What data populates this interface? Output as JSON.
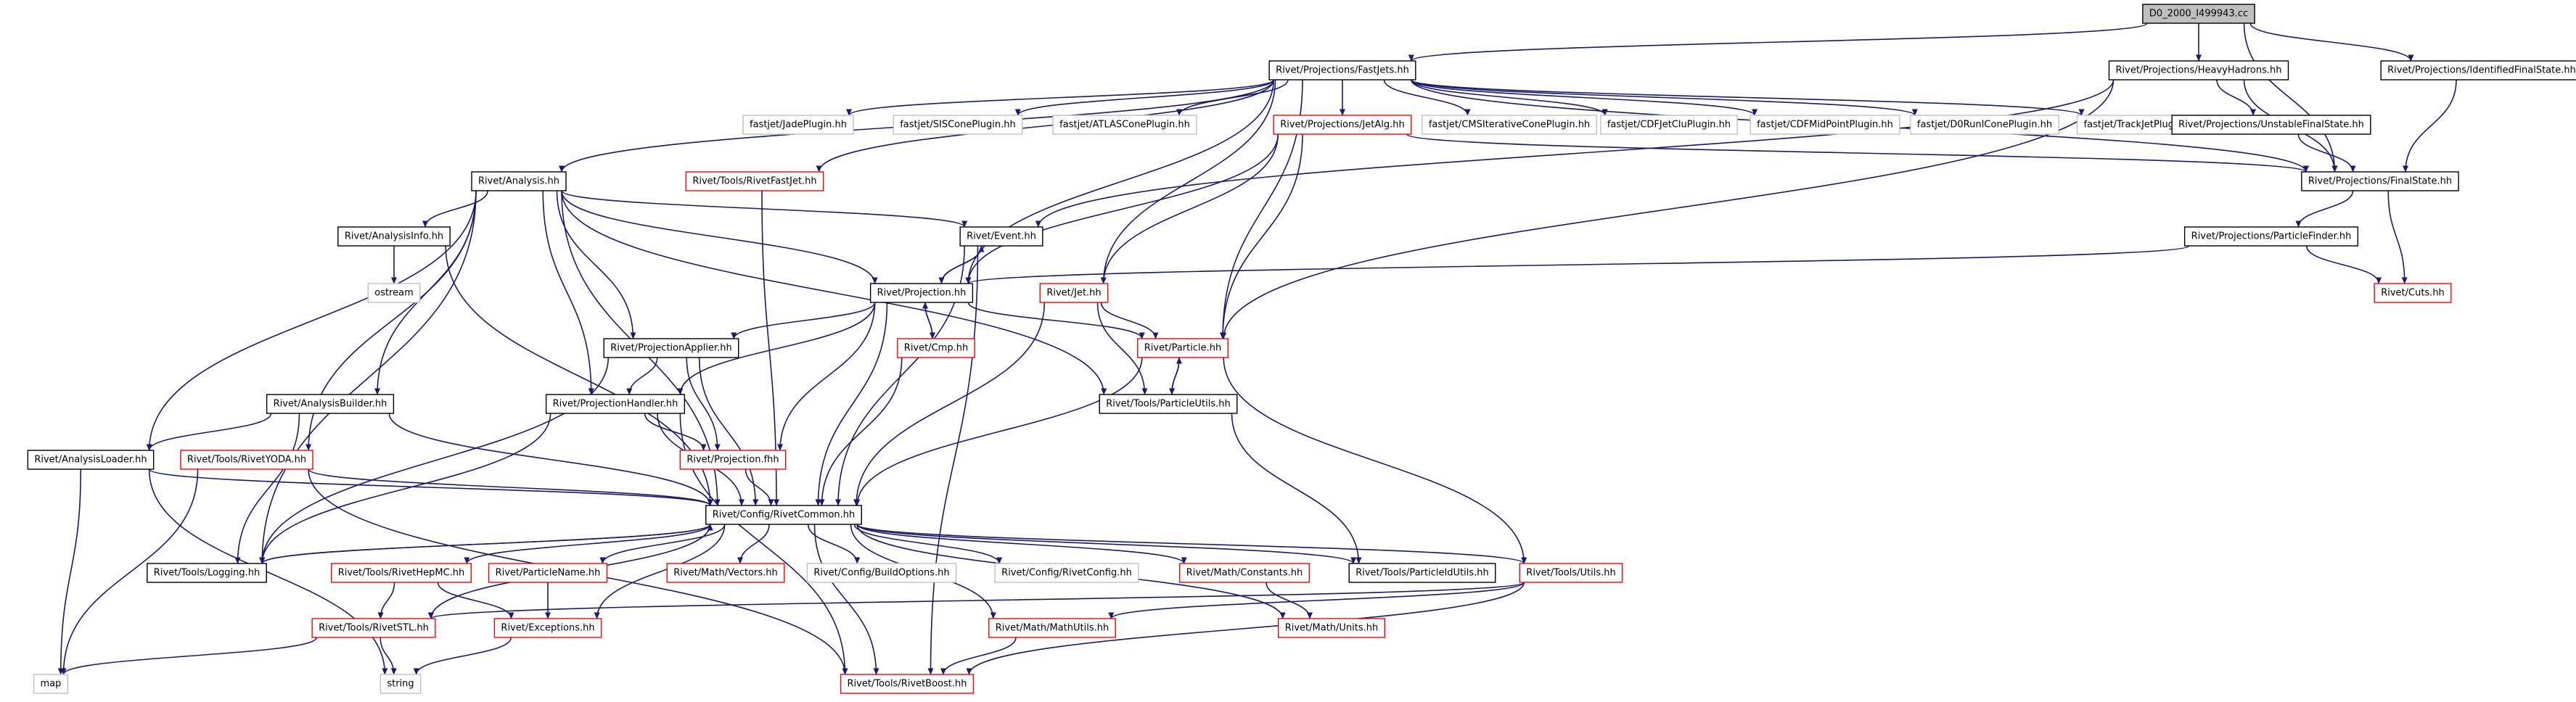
{
  "diagram": {
    "nodes": [
      {
        "id": "root",
        "label": "D0_2000_I499943.cc",
        "style": "root"
      },
      {
        "id": "fastjets",
        "label": "Rivet/Projections/FastJets.hh",
        "style": "black"
      },
      {
        "id": "heavyhadrons",
        "label": "Rivet/Projections/HeavyHadrons.hh",
        "style": "black"
      },
      {
        "id": "identified",
        "label": "Rivet/Projections/IdentifiedFinalState.hh",
        "style": "black"
      },
      {
        "id": "jade",
        "label": "fastjet/JadePlugin.hh",
        "style": "gray"
      },
      {
        "id": "siscone",
        "label": "fastjet/SISConePlugin.hh",
        "style": "gray"
      },
      {
        "id": "atlascone",
        "label": "fastjet/ATLASConePlugin.hh",
        "style": "gray"
      },
      {
        "id": "jetalg",
        "label": "Rivet/Projections/JetAlg.hh",
        "style": "red"
      },
      {
        "id": "cmsiter",
        "label": "fastjet/CMSIterativeConePlugin.hh",
        "style": "gray"
      },
      {
        "id": "cdfjetclu",
        "label": "fastjet/CDFJetCluPlugin.hh",
        "style": "gray"
      },
      {
        "id": "cdfmid",
        "label": "fastjet/CDFMidPointPlugin.hh",
        "style": "gray"
      },
      {
        "id": "d0run",
        "label": "fastjet/D0RunIConePlugin.hh",
        "style": "gray"
      },
      {
        "id": "trackjet",
        "label": "fastjet/TrackJetPlugin.hh",
        "style": "gray"
      },
      {
        "id": "unstable",
        "label": "Rivet/Projections/UnstableFinalState.hh",
        "style": "black"
      },
      {
        "id": "finalstate",
        "label": "Rivet/Projections/FinalState.hh",
        "style": "black"
      },
      {
        "id": "analysis",
        "label": "Rivet/Analysis.hh",
        "style": "black"
      },
      {
        "id": "rivetfastjet",
        "label": "Rivet/Tools/RivetFastJet.hh",
        "style": "red"
      },
      {
        "id": "analysisinfo",
        "label": "Rivet/AnalysisInfo.hh",
        "style": "black"
      },
      {
        "id": "event",
        "label": "Rivet/Event.hh",
        "style": "black"
      },
      {
        "id": "particlefinder",
        "label": "Rivet/Projections/ParticleFinder.hh",
        "style": "black"
      },
      {
        "id": "ostream",
        "label": "ostream",
        "style": "gray"
      },
      {
        "id": "projection",
        "label": "Rivet/Projection.hh",
        "style": "black"
      },
      {
        "id": "jet",
        "label": "Rivet/Jet.hh",
        "style": "red"
      },
      {
        "id": "cuts",
        "label": "Rivet/Cuts.hh",
        "style": "red"
      },
      {
        "id": "cmp",
        "label": "Rivet/Cmp.hh",
        "style": "red"
      },
      {
        "id": "projapplier",
        "label": "Rivet/ProjectionApplier.hh",
        "style": "black"
      },
      {
        "id": "particle",
        "label": "Rivet/Particle.hh",
        "style": "red"
      },
      {
        "id": "analysisbuilder",
        "label": "Rivet/AnalysisBuilder.hh",
        "style": "black"
      },
      {
        "id": "projhandler",
        "label": "Rivet/ProjectionHandler.hh",
        "style": "black"
      },
      {
        "id": "particleutils",
        "label": "Rivet/Tools/ParticleUtils.hh",
        "style": "black"
      },
      {
        "id": "analysisloader",
        "label": "Rivet/AnalysisLoader.hh",
        "style": "black"
      },
      {
        "id": "rivetyoda",
        "label": "Rivet/Tools/RivetYODA.hh",
        "style": "red"
      },
      {
        "id": "projectionfhh",
        "label": "Rivet/Projection.fhh",
        "style": "red"
      },
      {
        "id": "rivetcommon",
        "label": "Rivet/Config/RivetCommon.hh",
        "style": "black"
      },
      {
        "id": "logging",
        "label": "Rivet/Tools/Logging.hh",
        "style": "black"
      },
      {
        "id": "rivethepmc",
        "label": "Rivet/Tools/RivetHepMC.hh",
        "style": "red"
      },
      {
        "id": "particlename",
        "label": "Rivet/ParticleName.hh",
        "style": "red"
      },
      {
        "id": "vectors",
        "label": "Rivet/Math/Vectors.hh",
        "style": "red"
      },
      {
        "id": "buildoptions",
        "label": "Rivet/Config/BuildOptions.hh",
        "style": "gray"
      },
      {
        "id": "rivetconfig",
        "label": "Rivet/Config/RivetConfig.hh",
        "style": "gray"
      },
      {
        "id": "constants",
        "label": "Rivet/Math/Constants.hh",
        "style": "red"
      },
      {
        "id": "particleidutils",
        "label": "Rivet/Tools/ParticleIdUtils.hh",
        "style": "black"
      },
      {
        "id": "utils",
        "label": "Rivet/Tools/Utils.hh",
        "style": "red"
      },
      {
        "id": "rivetstl",
        "label": "Rivet/Tools/RivetSTL.hh",
        "style": "red"
      },
      {
        "id": "exceptions",
        "label": "Rivet/Exceptions.hh",
        "style": "red"
      },
      {
        "id": "mathutils",
        "label": "Rivet/Math/MathUtils.hh",
        "style": "red"
      },
      {
        "id": "units",
        "label": "Rivet/Math/Units.hh",
        "style": "red"
      },
      {
        "id": "map",
        "label": "map",
        "style": "gray"
      },
      {
        "id": "string",
        "label": "string",
        "style": "gray"
      },
      {
        "id": "rivetboost",
        "label": "Rivet/Tools/RivetBoost.hh",
        "style": "red"
      }
    ],
    "edges": [
      [
        "root",
        "fastjets"
      ],
      [
        "root",
        "heavyhadrons"
      ],
      [
        "root",
        "identified"
      ],
      [
        "root",
        "finalstate"
      ],
      [
        "fastjets",
        "jade"
      ],
      [
        "fastjets",
        "siscone"
      ],
      [
        "fastjets",
        "atlascone"
      ],
      [
        "fastjets",
        "jetalg"
      ],
      [
        "fastjets",
        "cmsiter"
      ],
      [
        "fastjets",
        "cdfjetclu"
      ],
      [
        "fastjets",
        "cdfmid"
      ],
      [
        "fastjets",
        "d0run"
      ],
      [
        "fastjets",
        "trackjet"
      ],
      [
        "fastjets",
        "analysis"
      ],
      [
        "fastjets",
        "rivetfastjet"
      ],
      [
        "fastjets",
        "projection"
      ],
      [
        "fastjets",
        "jet"
      ],
      [
        "fastjets",
        "particle"
      ],
      [
        "fastjets",
        "finalstate"
      ],
      [
        "heavyhadrons",
        "unstable"
      ],
      [
        "heavyhadrons",
        "finalstate"
      ],
      [
        "heavyhadrons",
        "event"
      ],
      [
        "heavyhadrons",
        "particle"
      ],
      [
        "identified",
        "finalstate"
      ],
      [
        "unstable",
        "finalstate"
      ],
      [
        "jetalg",
        "finalstate"
      ],
      [
        "jetalg",
        "projection"
      ],
      [
        "jetalg",
        "jet"
      ],
      [
        "jetalg",
        "particle"
      ],
      [
        "finalstate",
        "particlefinder"
      ],
      [
        "finalstate",
        "cuts"
      ],
      [
        "particlefinder",
        "projection"
      ],
      [
        "particlefinder",
        "cuts"
      ],
      [
        "analysis",
        "analysisinfo"
      ],
      [
        "analysis",
        "event"
      ],
      [
        "analysis",
        "projection"
      ],
      [
        "analysis",
        "projapplier"
      ],
      [
        "analysis",
        "projhandler"
      ],
      [
        "analysis",
        "analysisbuilder"
      ],
      [
        "analysis",
        "analysisloader"
      ],
      [
        "analysis",
        "rivetyoda"
      ],
      [
        "analysis",
        "rivetcommon"
      ],
      [
        "analysis",
        "logging"
      ],
      [
        "analysis",
        "particleutils"
      ],
      [
        "analysisinfo",
        "ostream"
      ],
      [
        "analysisinfo",
        "rivetcommon"
      ],
      [
        "rivetfastjet",
        "rivetcommon"
      ],
      [
        "event",
        "projection"
      ],
      [
        "event",
        "rivetcommon"
      ],
      [
        "event",
        "rivetboost"
      ],
      [
        "projection",
        "event"
      ],
      [
        "projection",
        "cmp"
      ],
      [
        "projection",
        "projapplier"
      ],
      [
        "projection",
        "projhandler"
      ],
      [
        "projection",
        "particle"
      ],
      [
        "projection",
        "projectionfhh"
      ],
      [
        "projection",
        "rivetcommon"
      ],
      [
        "cmp",
        "projection"
      ],
      [
        "cmp",
        "rivetcommon"
      ],
      [
        "jet",
        "particle"
      ],
      [
        "jet",
        "particleutils"
      ],
      [
        "jet",
        "rivetcommon"
      ],
      [
        "particle",
        "particleutils"
      ],
      [
        "particle",
        "rivetcommon"
      ],
      [
        "particle",
        "utils"
      ],
      [
        "particleutils",
        "particle"
      ],
      [
        "particleutils",
        "particleidutils"
      ],
      [
        "projapplier",
        "projhandler"
      ],
      [
        "projapplier",
        "projectionfhh"
      ],
      [
        "projapplier",
        "rivetcommon"
      ],
      [
        "projapplier",
        "logging"
      ],
      [
        "projhandler",
        "projectionfhh"
      ],
      [
        "projhandler",
        "rivetcommon"
      ],
      [
        "projhandler",
        "logging"
      ],
      [
        "projhandler",
        "rivetboost"
      ],
      [
        "analysisbuilder",
        "analysisloader"
      ],
      [
        "analysisbuilder",
        "rivetcommon"
      ],
      [
        "analysisbuilder",
        "logging"
      ],
      [
        "analysisloader",
        "rivetcommon"
      ],
      [
        "analysisloader",
        "map"
      ],
      [
        "analysisloader",
        "string"
      ],
      [
        "rivetyoda",
        "rivetcommon"
      ],
      [
        "rivetyoda",
        "map"
      ],
      [
        "rivetyoda",
        "rivetboost"
      ],
      [
        "projectionfhh",
        "rivetcommon"
      ],
      [
        "rivetcommon",
        "logging"
      ],
      [
        "rivetcommon",
        "rivethepmc"
      ],
      [
        "rivetcommon",
        "particlename"
      ],
      [
        "rivetcommon",
        "vectors"
      ],
      [
        "rivetcommon",
        "buildoptions"
      ],
      [
        "rivetcommon",
        "rivetconfig"
      ],
      [
        "rivetcommon",
        "constants"
      ],
      [
        "rivetcommon",
        "particleidutils"
      ],
      [
        "rivetcommon",
        "utils"
      ],
      [
        "rivetcommon",
        "rivetstl"
      ],
      [
        "rivetcommon",
        "exceptions"
      ],
      [
        "rivetcommon",
        "mathutils"
      ],
      [
        "rivetcommon",
        "units"
      ],
      [
        "rivetcommon",
        "rivetboost"
      ],
      [
        "logging",
        "rivetcommon"
      ],
      [
        "rivethepmc",
        "rivetstl"
      ],
      [
        "rivethepmc",
        "exceptions"
      ],
      [
        "particlename",
        "exceptions"
      ],
      [
        "constants",
        "units"
      ],
      [
        "utils",
        "rivetstl"
      ],
      [
        "utils",
        "mathutils"
      ],
      [
        "utils",
        "rivetboost"
      ],
      [
        "rivetstl",
        "map"
      ],
      [
        "rivetstl",
        "string"
      ],
      [
        "exceptions",
        "string"
      ],
      [
        "mathutils",
        "rivetboost"
      ]
    ]
  },
  "colors": {
    "edge": "#191970",
    "black_border": "#000000",
    "red_border": "#ff0000",
    "gray_border": "#bfbfbf",
    "root_fill": "#bfbfbf",
    "node_fill": "#ffffff"
  }
}
